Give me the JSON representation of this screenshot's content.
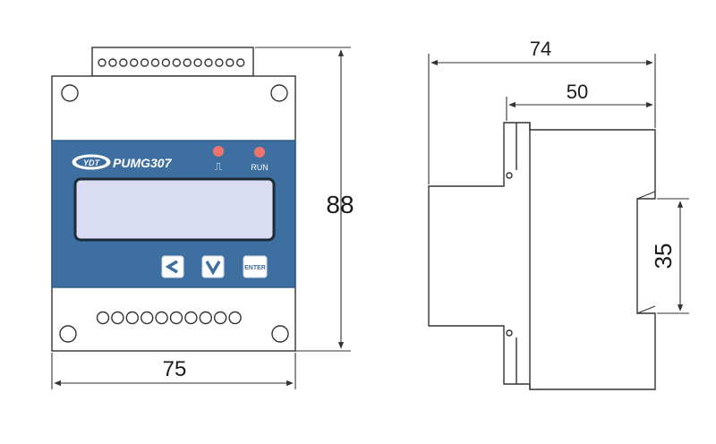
{
  "front_view": {
    "logo_text": "YDT",
    "model": "PUMG307",
    "led_pulse_label": "⎍",
    "led_run_label": "RUN",
    "button_left_glyph": "<",
    "button_down_glyph": "V",
    "button_enter_label": "ENTER",
    "dim_width": "75",
    "dim_height": "88"
  },
  "side_view": {
    "dim_total_depth": "74",
    "dim_body_depth": "50",
    "dim_rail_height": "35"
  },
  "colors": {
    "panel_blue": "#3d6fa0",
    "display_lavender": "#d9dcf2",
    "led_red": "#f0746e",
    "line": "#333333"
  },
  "icons": [
    "screw-hole-icon",
    "terminal-pin-icon",
    "led-indicator-icon",
    "arrow-left-icon",
    "arrow-down-icon"
  ]
}
